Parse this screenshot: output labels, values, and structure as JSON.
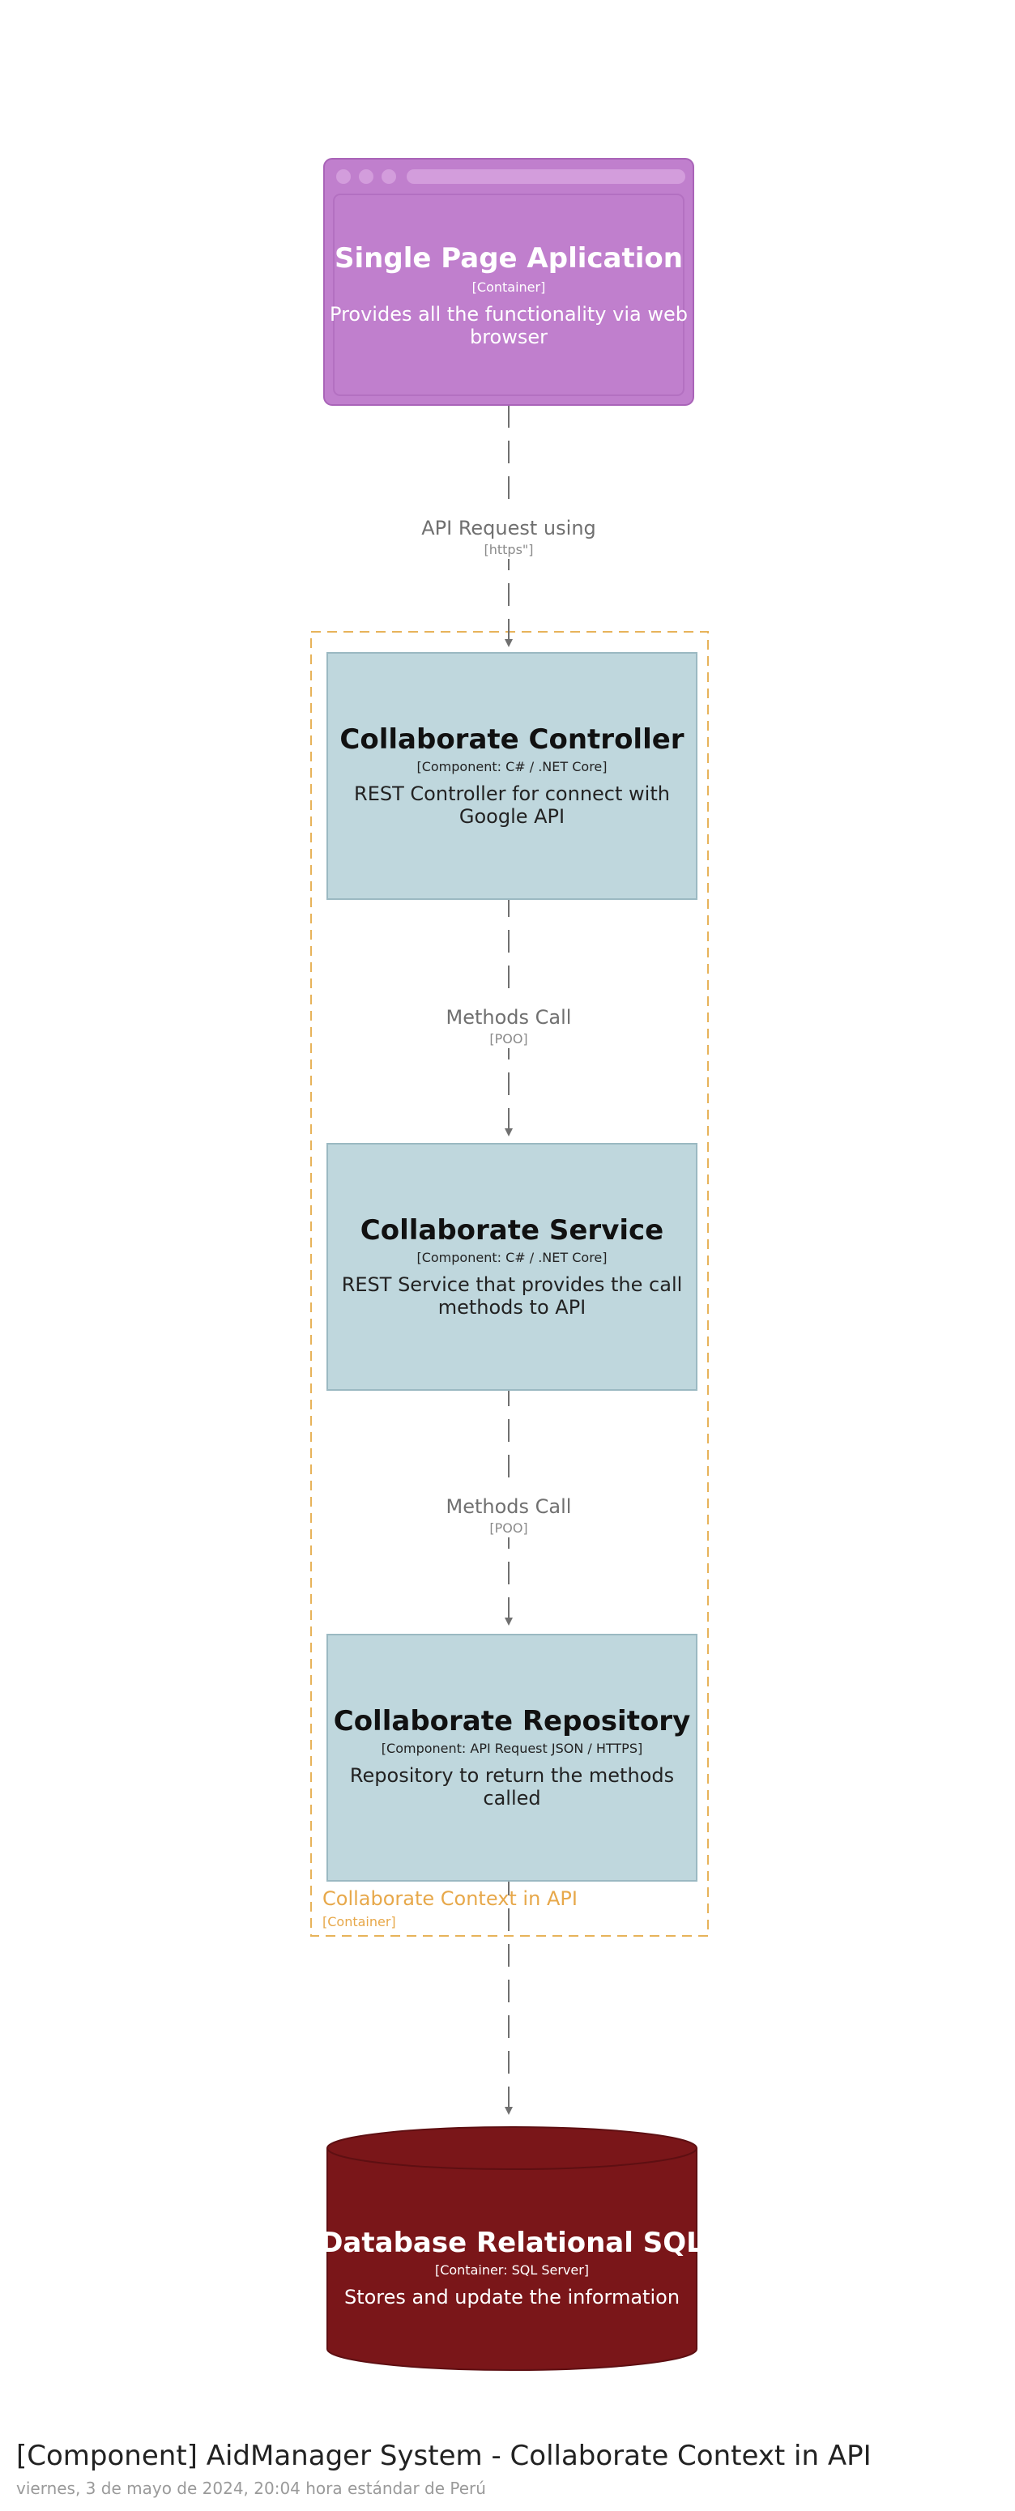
{
  "diagram": {
    "nodes": {
      "spa": {
        "title": "Single Page Aplication",
        "type": "[Container]",
        "description": [
          "Provides all the functionality via web",
          "browser"
        ],
        "fill": "#c07fcd",
        "border": "#a964b8"
      },
      "controller": {
        "title": "Collaborate Controller",
        "type": "[Component: C# / .NET Core]",
        "description": [
          "REST Controller for connect with",
          "Google API"
        ],
        "fill": "#bfd7dd",
        "border": "#9bb9c2"
      },
      "service": {
        "title": "Collaborate Service",
        "type": "[Component: C# / .NET Core]",
        "description": [
          "REST Service that provides the call",
          "methods to API"
        ],
        "fill": "#bfd7dd",
        "border": "#9bb9c2"
      },
      "repository": {
        "title": "Collaborate Repository",
        "type": "[Component: API Request JSON / HTTPS]",
        "description": [
          "Repository to return the methods",
          "called"
        ],
        "fill": "#bfd7dd",
        "border": "#9bb9c2"
      },
      "database": {
        "title": "Database Relational SQL",
        "type": "[Container: SQL Server]",
        "description": [
          "Stores and update the information"
        ],
        "fill": "#7a1619",
        "border": "#5e0f12"
      }
    },
    "boundary": {
      "label": "Collaborate Context in API",
      "type": "[Container]",
      "color": "#e7b35a"
    },
    "edges": [
      {
        "label": "API Request using",
        "tech": "[https\"]"
      },
      {
        "label": "Methods Call",
        "tech": "[POO]"
      },
      {
        "label": "Methods Call",
        "tech": "[POO]"
      }
    ]
  },
  "footer": {
    "title": "[Component] AidManager System - Collaborate Context in API",
    "subtitle": "viernes, 3 de mayo de 2024, 20:04 hora estándar de Perú"
  }
}
